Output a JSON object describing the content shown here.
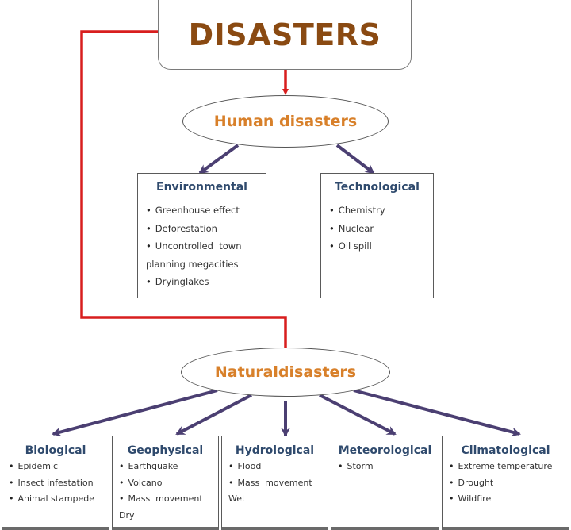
{
  "root": {
    "label": "DISASTERS"
  },
  "human": {
    "label": "Human disasters",
    "categories": [
      {
        "title": "Environmental",
        "items": [
          {
            "text": "Greenhouse effect",
            "bullet": true
          },
          {
            "text": "Deforestation",
            "bullet": true
          },
          {
            "text": "Uncontrolled  town",
            "bullet": true
          },
          {
            "text": "planning megacities",
            "bullet": false
          },
          {
            "text": "Dryinglakes",
            "bullet": true
          }
        ]
      },
      {
        "title": "Technological",
        "items": [
          {
            "text": "Chemistry",
            "bullet": true
          },
          {
            "text": "Nuclear",
            "bullet": true
          },
          {
            "text": "Oil spill",
            "bullet": true
          }
        ]
      }
    ]
  },
  "natural": {
    "label": "Naturaldisasters",
    "categories": [
      {
        "title": "Biological",
        "items": [
          {
            "text": "Epidemic",
            "bullet": true
          },
          {
            "text": "Insect infestation",
            "bullet": true
          },
          {
            "text": "Animal stampede",
            "bullet": true
          }
        ]
      },
      {
        "title": "Geophysical",
        "items": [
          {
            "text": "Earthquake",
            "bullet": true
          },
          {
            "text": "Volcano",
            "bullet": true
          },
          {
            "text": "Mass  movement",
            "bullet": true
          },
          {
            "text": "Dry",
            "bullet": false
          }
        ]
      },
      {
        "title": "Hydrological",
        "items": [
          {
            "text": "Flood",
            "bullet": true
          },
          {
            "text": "Mass  movement",
            "bullet": true
          },
          {
            "text": "Wet",
            "bullet": false
          }
        ]
      },
      {
        "title": "Meteorological",
        "items": [
          {
            "text": "Storm",
            "bullet": true
          }
        ]
      },
      {
        "title": "Climatological",
        "items": [
          {
            "text": "Extreme temperature",
            "bullet": true
          },
          {
            "text": "Drought",
            "bullet": true
          },
          {
            "text": "Wildfire",
            "bullet": true
          }
        ]
      }
    ]
  },
  "colors": {
    "root_text": "#8a4a12",
    "ellipse_text": "#d8802a",
    "category_title": "#2f4a6d",
    "red_connector": "#d81e1e",
    "purple_arrow": "#4b3f72"
  }
}
